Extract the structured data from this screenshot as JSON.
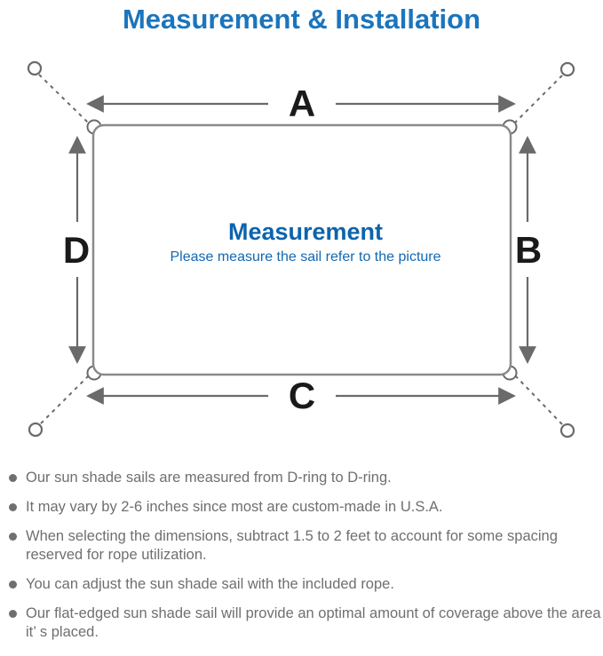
{
  "title": {
    "text": "Measurement & Installation",
    "color": "#1b75bc"
  },
  "diagram": {
    "labels": {
      "top": "A",
      "right": "B",
      "bottom": "C",
      "left": "D"
    },
    "center": {
      "heading": "Measurement",
      "subtext": "Please measure the sail refer to the picture",
      "heading_color": "#0e63ad",
      "subtext_color": "#1068b2"
    },
    "line_color": "#6a6a6a",
    "sail_border_color": "#8a8a8a"
  },
  "notes": {
    "text_color": "#6f6f6f",
    "bullet_color": "#6f6f6f",
    "items": [
      {
        "text": "Our sun shade sails are measured from D-ring to D-ring."
      },
      {
        "text": "It may vary by 2-6 inches since most are custom-made in U.S.A."
      },
      {
        "text": "When selecting the dimensions, subtract 1.5 to 2 feet to account for some spacing reserved for rope utilization."
      },
      {
        "text": "You can adjust the sun shade sail with the included rope."
      },
      {
        "text": "Our flat-edged sun shade sail will provide an optimal amount of coverage above the area it’ s placed."
      }
    ]
  }
}
